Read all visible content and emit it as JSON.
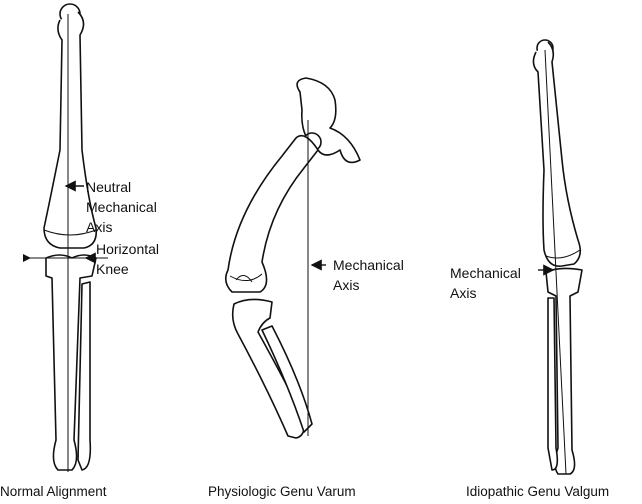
{
  "panels": [
    {
      "caption": "Normal Alignment",
      "labels": [
        "Neutral",
        "Mechanical",
        "Axis",
        "Horizontal",
        "Knee"
      ]
    },
    {
      "caption": "Physiologic Genu Varum",
      "labels": [
        "Mechanical",
        "Axis"
      ]
    },
    {
      "caption": "Idiopathic Genu Valgum",
      "labels": [
        "Mechanical",
        "Axis"
      ]
    }
  ]
}
